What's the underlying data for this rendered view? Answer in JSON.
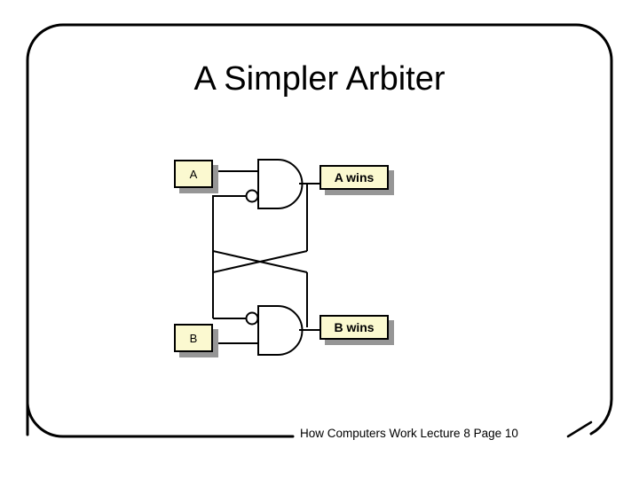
{
  "slide": {
    "title": "A Simpler Arbiter",
    "footer": "How Computers Work Lecture 8 Page 10",
    "background_color": "#ffffff",
    "frame_color": "#000000"
  },
  "diagram": {
    "type": "logic-circuit",
    "description": "Cross-coupled NAND-style arbiter with two AND gates having one inverted input each",
    "colors": {
      "box_fill": "#fbf9d0",
      "box_border": "#000000",
      "box_shadow": "#969696",
      "wire": "#000000"
    },
    "inputs": [
      {
        "id": "a",
        "label": "A"
      },
      {
        "id": "b",
        "label": "B"
      }
    ],
    "outputs": [
      {
        "id": "a_wins",
        "label": "A wins"
      },
      {
        "id": "b_wins",
        "label": "B wins"
      }
    ],
    "gates": [
      {
        "id": "gate-top",
        "kind": "and",
        "inverted_input": "lower",
        "output": "A wins"
      },
      {
        "id": "gate-bottom",
        "kind": "and",
        "inverted_input": "upper",
        "output": "B wins"
      }
    ]
  }
}
